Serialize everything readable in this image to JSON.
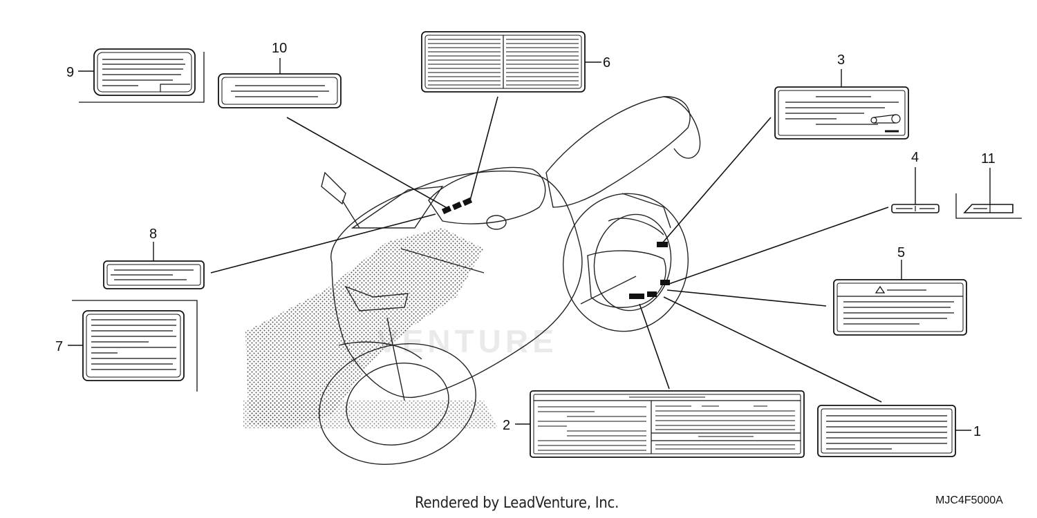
{
  "callouts": {
    "c1": "1",
    "c2": "2",
    "c3": "3",
    "c4": "4",
    "c5": "5",
    "c6": "6",
    "c7": "7",
    "c8": "8",
    "c9": "9",
    "c10": "10",
    "c11": "11"
  },
  "footer": {
    "credit": "Rendered by LeadVenture, Inc.",
    "diagram_code": "MJC4F5000A"
  },
  "watermark": "VENTURE"
}
